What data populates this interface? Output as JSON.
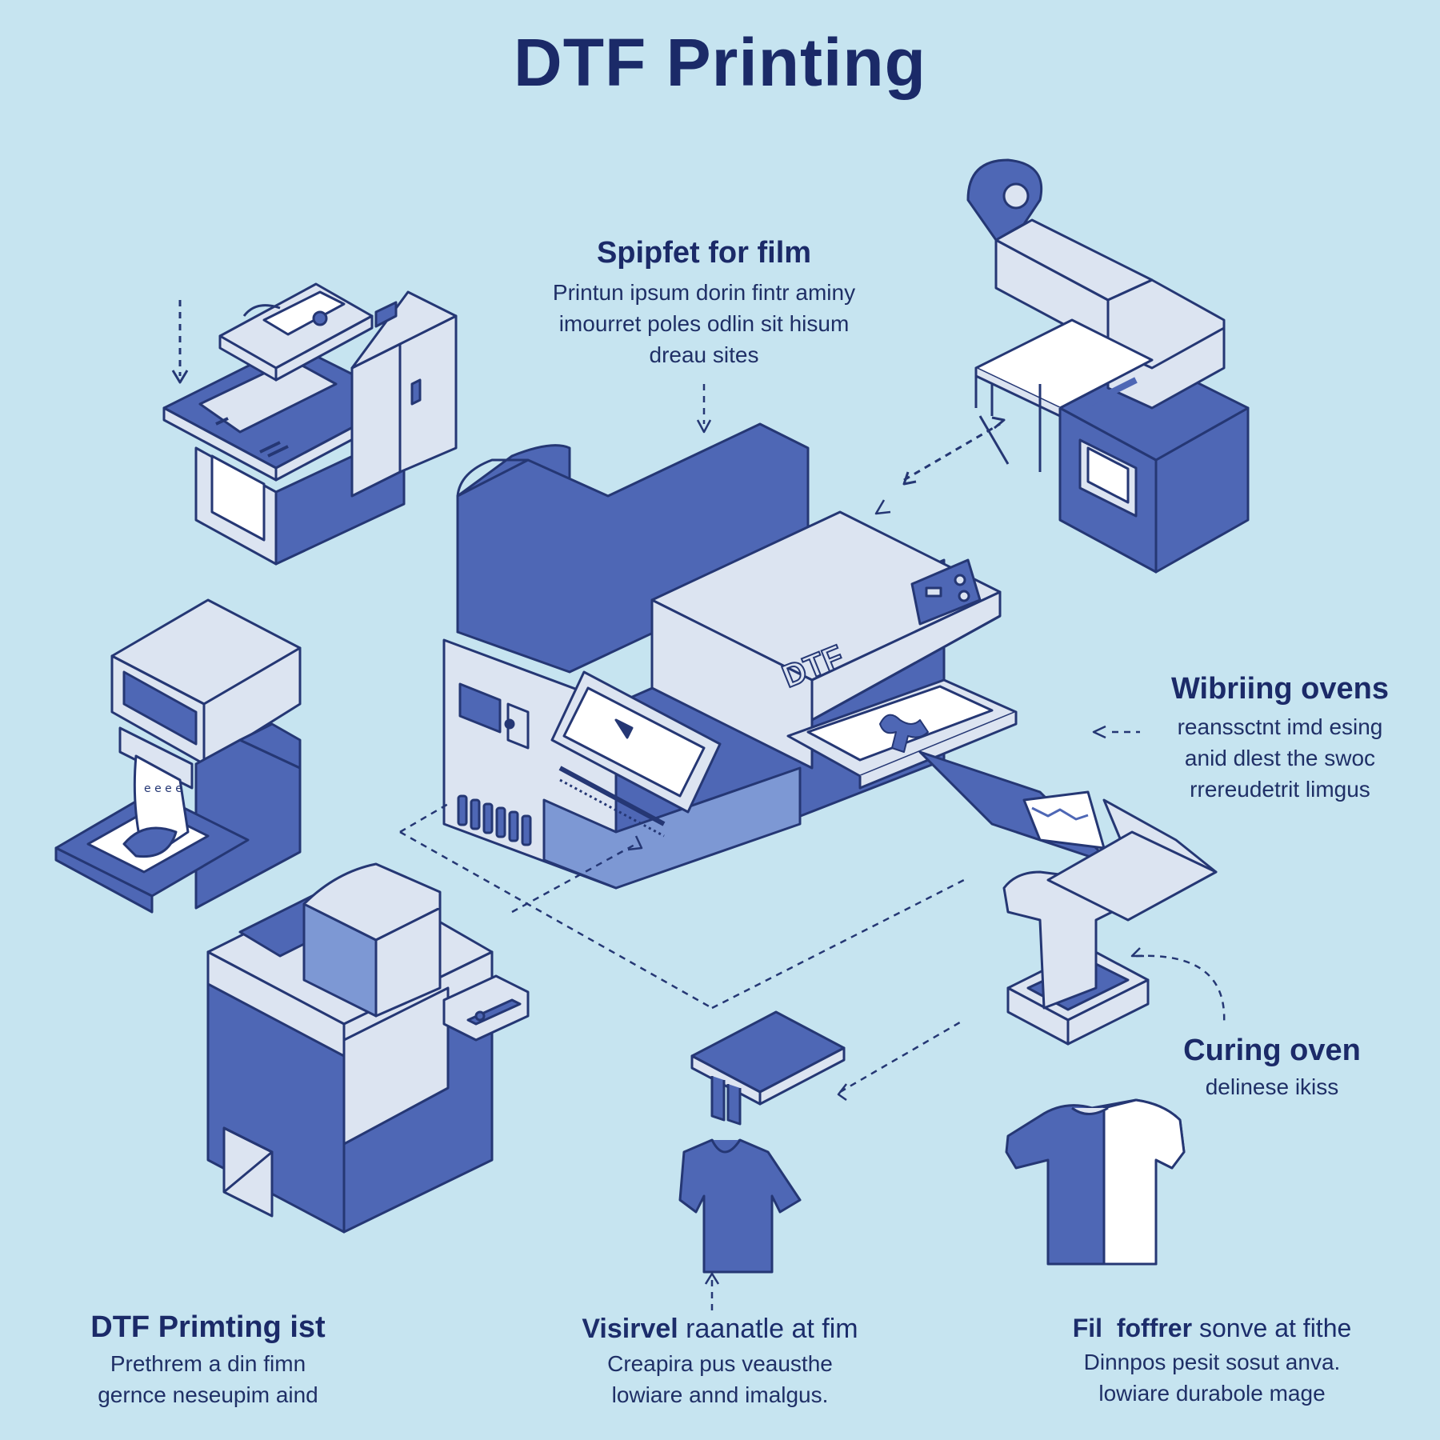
{
  "title": "DTF Printing",
  "labels": {
    "film": {
      "title": "Spipfet for film",
      "lines": [
        "Printun ipsum dorin fintr aminy",
        "imourret poles odlin sit hisum",
        "dreau sites"
      ]
    },
    "wibring": {
      "title": "Wibriing ovens",
      "lines": [
        "reanssctnt imd esing",
        "anid dlest the swoc",
        "rrereudetrit limgus"
      ]
    },
    "curing": {
      "title": "Curing oven",
      "lines": [
        "delinese ikiss"
      ]
    },
    "bottom_left": {
      "title": "DTF Primting ist",
      "lines": [
        "Prethrem a din fimn",
        "gernce neseupim aind"
      ]
    },
    "bottom_middle": {
      "title_bold": "Visirvel",
      "title_rest": " raanatle at fim",
      "lines": [
        "Creapira pus veausthe",
        "lowiare annd imalgus."
      ]
    },
    "bottom_right": {
      "title_bold": "Fil  foffrer",
      "title_rest": " sonve at fithe",
      "lines": [
        "Dinnpos pesit sosut anva.",
        "lowiare durabole mage"
      ]
    }
  },
  "machine_label": "DTF",
  "colors": {
    "background": "#c6e4f0",
    "dark_blue": "#4e67b5",
    "mid_blue": "#7d98d4",
    "light_panel": "#dce4f1",
    "outline": "#253774",
    "text": "#1b2a68"
  }
}
